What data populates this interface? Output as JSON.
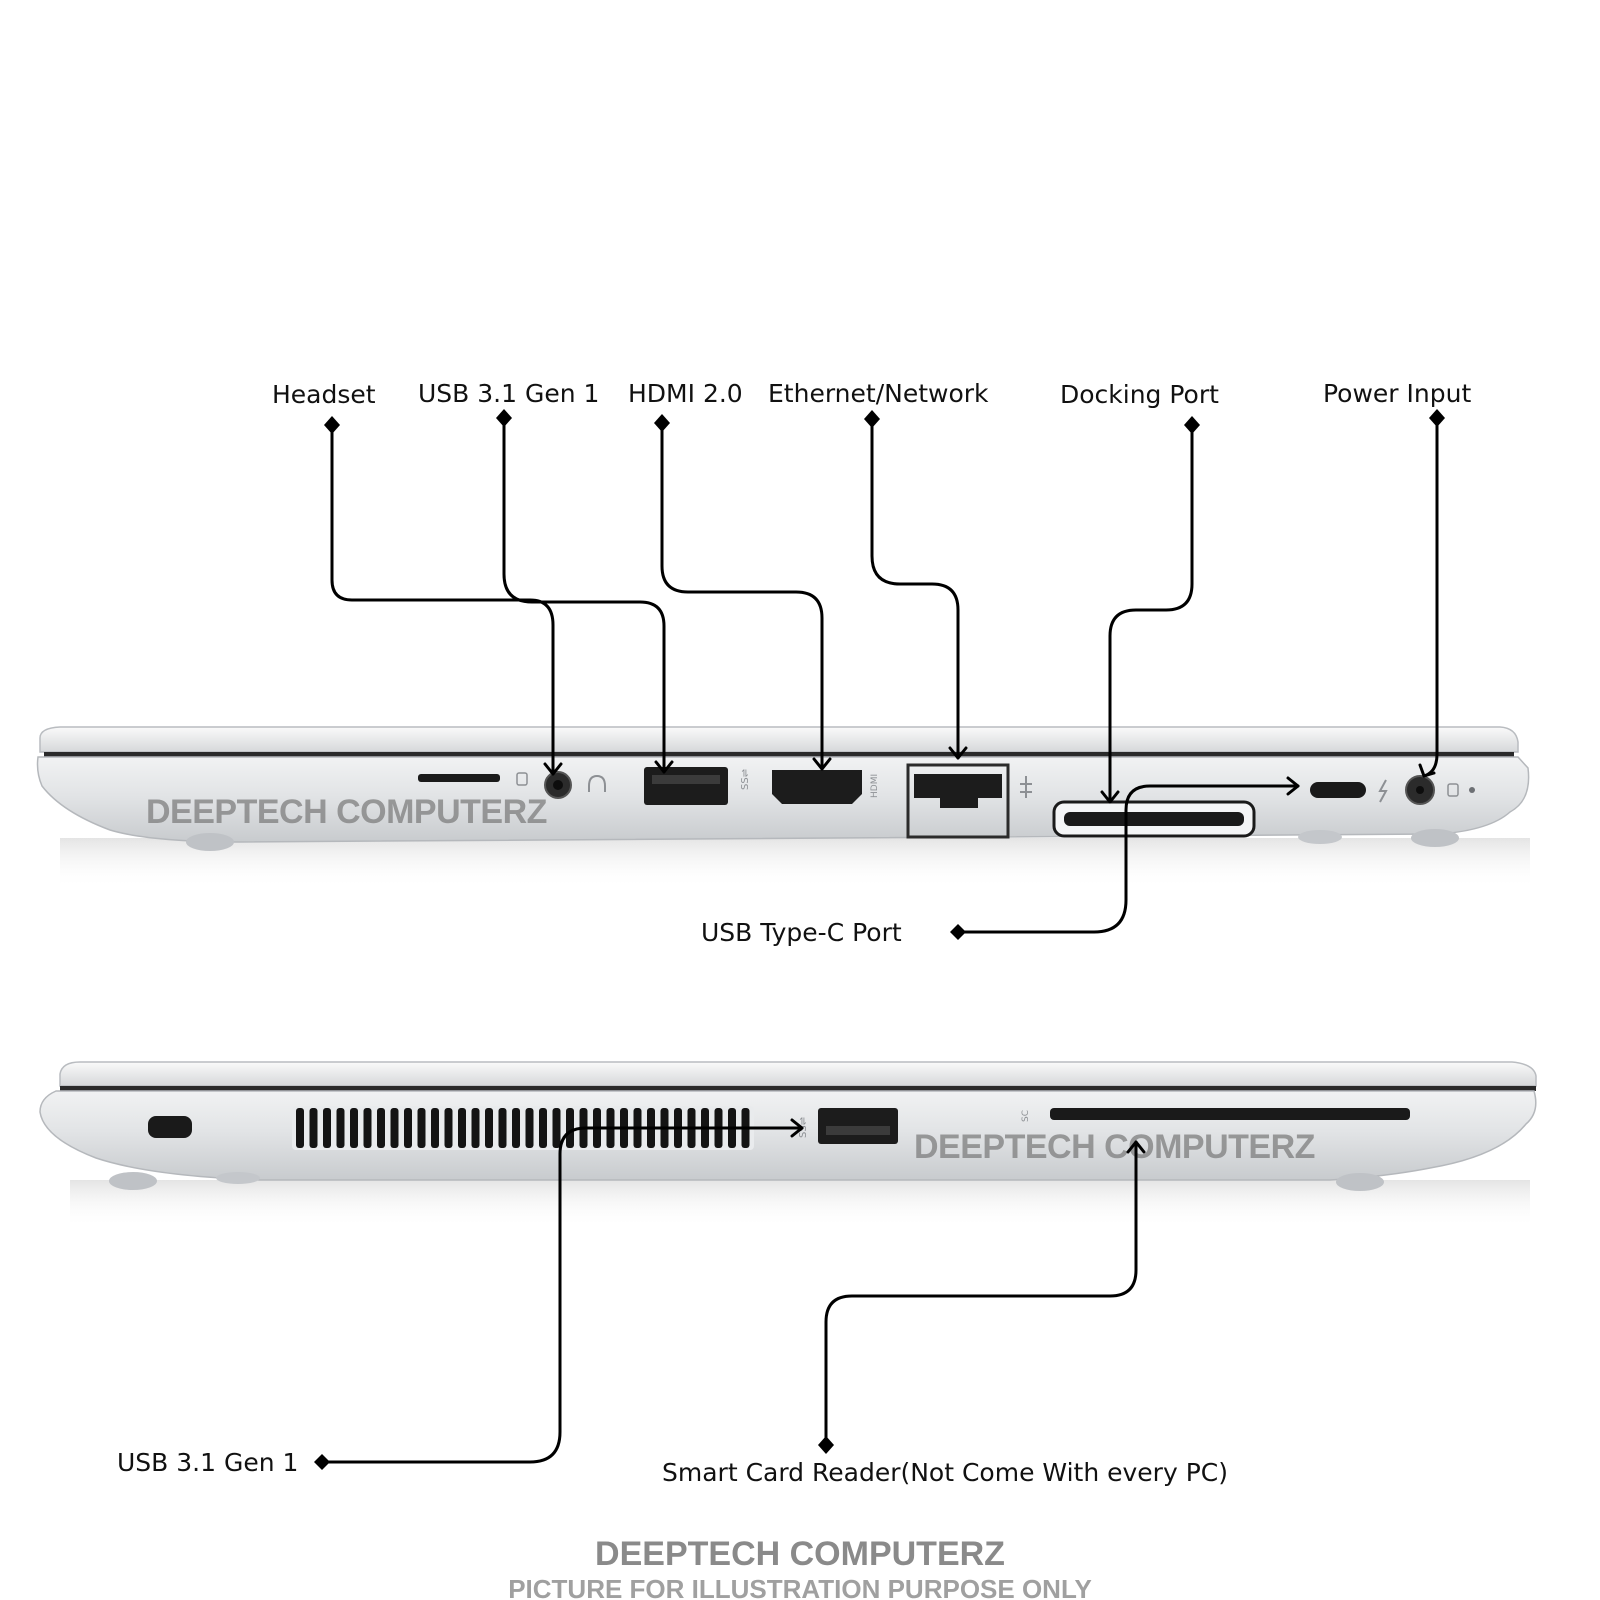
{
  "right_side": {
    "labels": {
      "headset": "Headset",
      "usb_a": "USB 3.1 Gen 1",
      "hdmi": "HDMI 2.0",
      "ethernet": "Ethernet/Network",
      "docking": "Docking Port",
      "power": "Power Input",
      "usb_c": "USB Type-C Port"
    },
    "watermark": "DEEPTECH COMPUTERZ"
  },
  "left_side": {
    "labels": {
      "usb_a": "USB 3.1 Gen 1",
      "smart_card": "Smart Card Reader(Not Come With every PC)"
    },
    "watermark": "DEEPTECH COMPUTERZ"
  },
  "footer": {
    "brand": "DEEPTECH COMPUTERZ",
    "disclaimer": "PICTURE FOR ILLUSTRATION PURPOSE ONLY"
  },
  "colors": {
    "chassis": "#e4e6e8",
    "chassis_shade": "#c9ccd0",
    "port": "#1a1a1a",
    "leader": "#000000"
  }
}
